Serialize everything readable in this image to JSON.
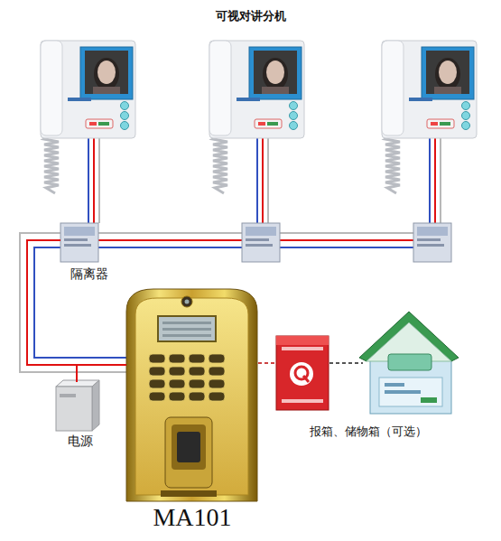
{
  "diagram": {
    "title": "可视对讲分机",
    "nodes": [
      {
        "text": [
          "隔离器"
        ]
      },
      {
        "text": [
          "电源"
        ]
      },
      {
        "text": [
          "MA101"
        ]
      }
    ],
    "edges": [
      {
        "from": 0,
        "to": 2,
        "arrow": "none"
      },
      {
        "from": 1,
        "to": 2,
        "arrow": "none"
      }
    ],
    "labels": [
      "报箱、储物箱（可选）"
    ]
  }
}
